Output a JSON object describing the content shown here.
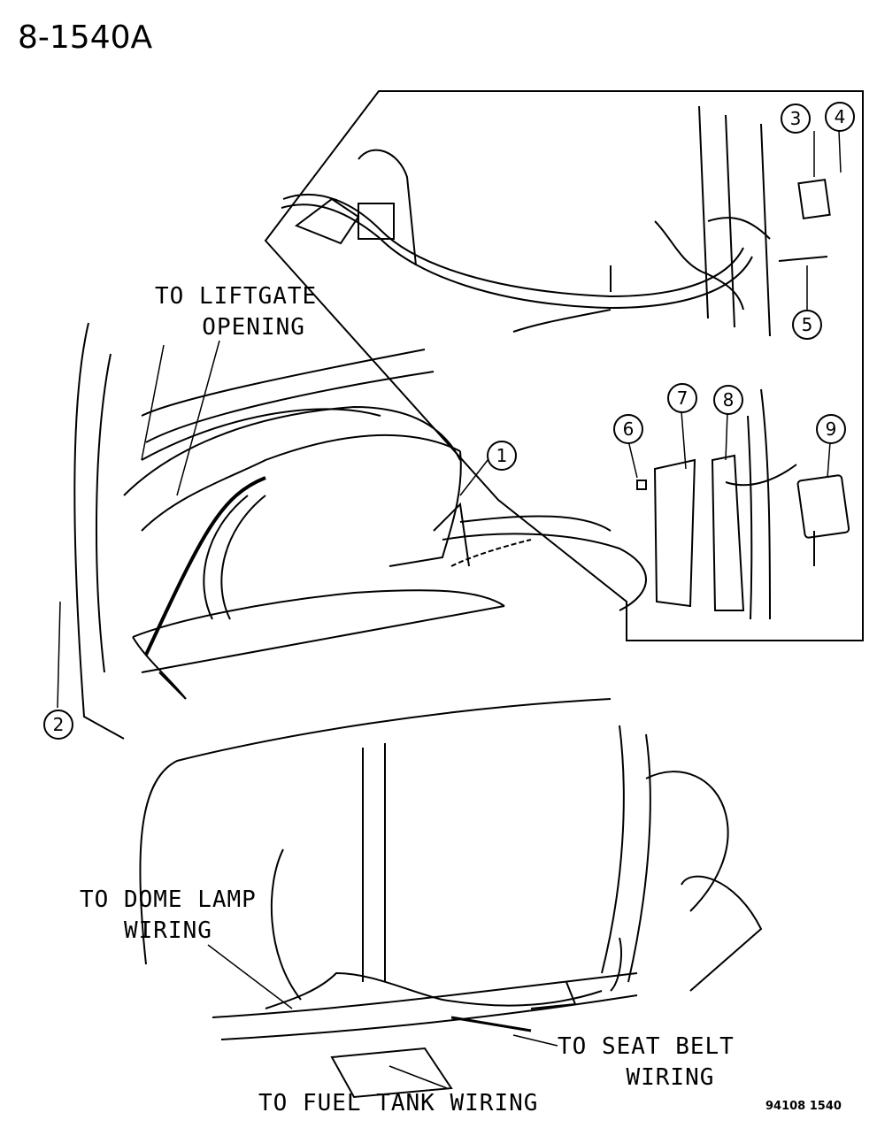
{
  "diagram": {
    "figure_number": "8-1540A",
    "drawing_code": "94108 1540",
    "labels": {
      "liftgate_line1": "TO LIFTGATE",
      "liftgate_line2": "OPENING",
      "dome_line1": "TO DOME LAMP",
      "dome_line2": "WIRING",
      "fuel": "TO FUEL TANK WIRING",
      "seat_line1": "TO SEAT BELT",
      "seat_line2": "WIRING"
    },
    "callouts": [
      "1",
      "2",
      "3",
      "4",
      "5",
      "6",
      "7",
      "8",
      "9"
    ],
    "colors": {
      "ink": "#000000",
      "background": "#ffffff"
    }
  }
}
